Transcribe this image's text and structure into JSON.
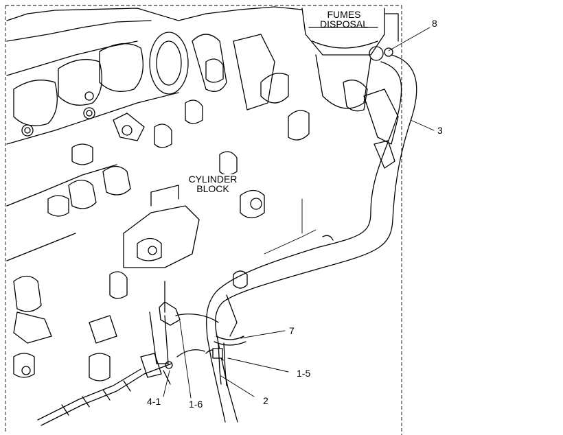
{
  "diagram": {
    "callouts": {
      "fumes_line1": "FUMES",
      "fumes_line2": "DISPOSAL",
      "cylinder_line1": "CYLINDER",
      "cylinder_line2": "BLOCK"
    },
    "part_labels": {
      "p8": "8",
      "p3": "3",
      "p7": "7",
      "p1_5": "1-5",
      "p2": "2",
      "p4_1": "4-1",
      "p1_6": "1-6"
    }
  }
}
